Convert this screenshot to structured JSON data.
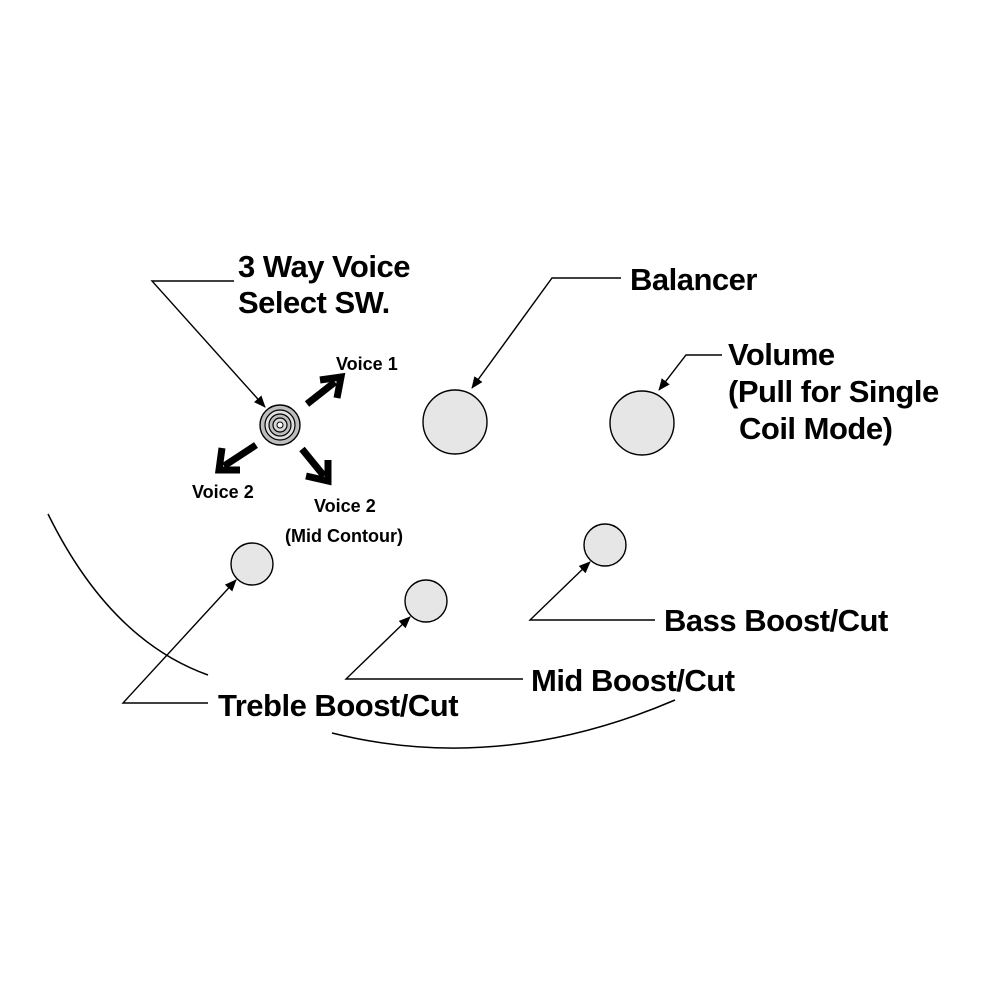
{
  "labels": {
    "switch_line1": "3 Way Voice",
    "switch_line2": "Select SW.",
    "voice1": "Voice 1",
    "voice2_left": "Voice 2",
    "voice2_mid_line1": "Voice 2",
    "voice2_mid_line2": "(Mid Contour)",
    "balancer": "Balancer",
    "volume_line1": "Volume",
    "volume_line2": "(Pull for Single",
    "volume_line3": "Coil Mode)",
    "bass": "Bass Boost/Cut",
    "mid": "Mid Boost/Cut",
    "treble": "Treble Boost/Cut"
  },
  "colors": {
    "knob_fill": "#e6e6e6",
    "line": "#000000",
    "background": "#ffffff"
  }
}
